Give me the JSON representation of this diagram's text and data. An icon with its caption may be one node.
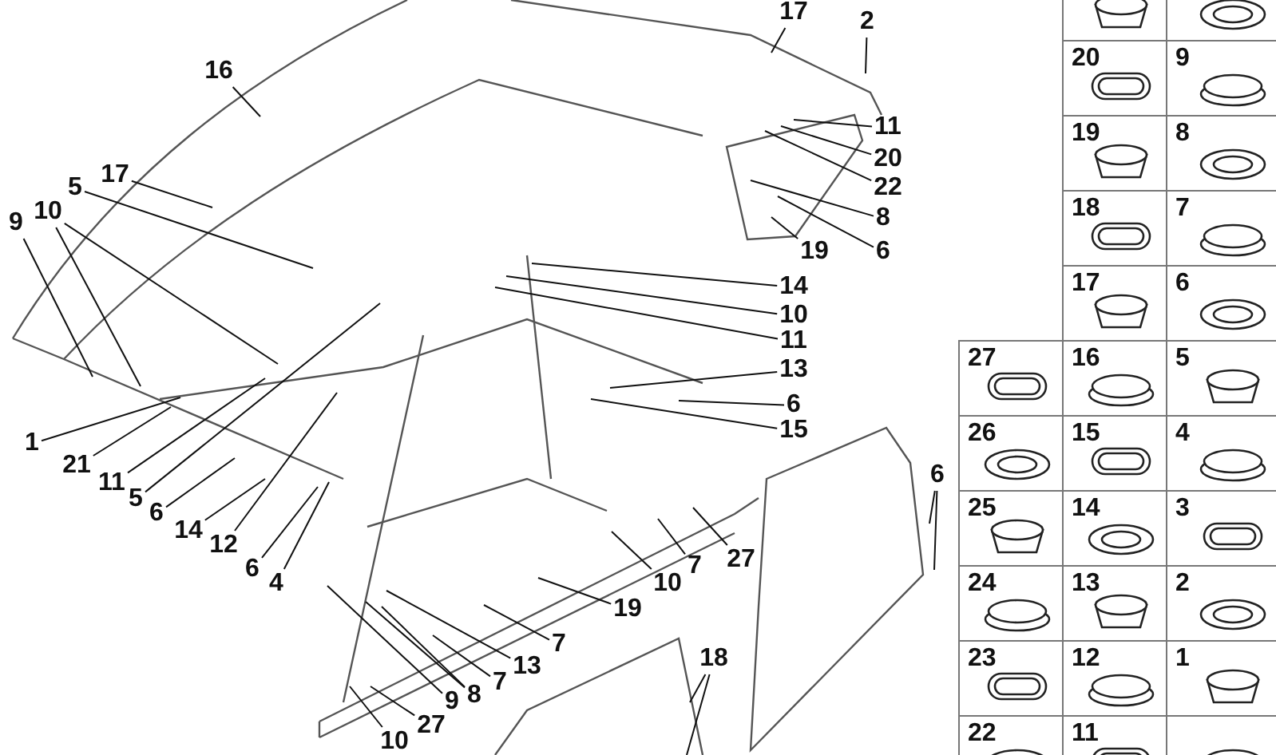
{
  "diagram": {
    "nodes": [
      {
        "text": [
          "17"
        ]
      },
      {
        "text": [
          "2"
        ]
      },
      {
        "text": [
          "16"
        ]
      },
      {
        "text": [
          "11"
        ]
      },
      {
        "text": [
          "20"
        ]
      },
      {
        "text": [
          "17"
        ]
      },
      {
        "text": [
          "22"
        ]
      },
      {
        "text": [
          "5"
        ]
      },
      {
        "text": [
          "10"
        ]
      },
      {
        "text": [
          "9"
        ]
      },
      {
        "text": [
          "8"
        ]
      },
      {
        "text": [
          "6"
        ]
      },
      {
        "text": [
          "19"
        ]
      },
      {
        "text": [
          "14"
        ]
      },
      {
        "text": [
          "10"
        ]
      },
      {
        "text": [
          "11"
        ]
      },
      {
        "text": [
          "13"
        ]
      },
      {
        "text": [
          "6"
        ]
      },
      {
        "text": [
          "15"
        ]
      },
      {
        "text": [
          "1"
        ]
      },
      {
        "text": [
          "21"
        ]
      },
      {
        "text": [
          "6"
        ]
      },
      {
        "text": [
          "11"
        ]
      },
      {
        "text": [
          "5"
        ]
      },
      {
        "text": [
          "6"
        ]
      },
      {
        "text": [
          "14"
        ]
      },
      {
        "text": [
          "27"
        ]
      },
      {
        "text": [
          "12"
        ]
      },
      {
        "text": [
          "7"
        ]
      },
      {
        "text": [
          "6"
        ]
      },
      {
        "text": [
          "4"
        ]
      },
      {
        "text": [
          "10"
        ]
      },
      {
        "text": [
          "19"
        ]
      },
      {
        "text": [
          "7"
        ]
      },
      {
        "text": [
          "18"
        ]
      },
      {
        "text": [
          "13"
        ]
      },
      {
        "text": [
          "7"
        ]
      },
      {
        "text": [
          "8"
        ]
      },
      {
        "text": [
          "9"
        ]
      },
      {
        "text": [
          "27"
        ]
      },
      {
        "text": [
          "10"
        ]
      },
      {
        "text": [],
        "shape": "picture"
      },
      {
        "text": [],
        "shape": "picture"
      },
      {
        "text": [
          "20"
        ]
      },
      {
        "text": [
          "9"
        ]
      },
      {
        "text": [
          "19"
        ]
      },
      {
        "text": [
          "8"
        ]
      },
      {
        "text": [
          "18"
        ]
      },
      {
        "text": [
          "7"
        ]
      },
      {
        "text": [
          "17"
        ]
      },
      {
        "text": [
          "6"
        ]
      },
      {
        "text": [
          "27"
        ]
      },
      {
        "text": [
          "16"
        ]
      },
      {
        "text": [
          "5"
        ]
      },
      {
        "text": [
          "26"
        ]
      },
      {
        "text": [
          "15"
        ]
      },
      {
        "text": [
          "4"
        ]
      },
      {
        "text": [
          "25"
        ]
      },
      {
        "text": [
          "14"
        ]
      },
      {
        "text": [
          "3"
        ]
      },
      {
        "text": [
          "24"
        ]
      },
      {
        "text": [
          "13"
        ]
      },
      {
        "text": [
          "2"
        ]
      },
      {
        "text": [
          "23"
        ]
      },
      {
        "text": [
          "12"
        ]
      },
      {
        "text": [
          "1"
        ]
      },
      {
        "text": [
          "22"
        ]
      },
      {
        "text": [
          "11"
        ]
      },
      {
        "text": [],
        "shape": "picture"
      }
    ],
    "edges": [
      {
        "from": 0,
        "to": null,
        "arrow": "none"
      },
      {
        "from": 1,
        "to": null,
        "arrow": "none"
      },
      {
        "from": 2,
        "to": null,
        "arrow": "none"
      },
      {
        "from": 3,
        "to": null,
        "arrow": "none"
      },
      {
        "from": 4,
        "to": null,
        "arrow": "none"
      },
      {
        "from": 5,
        "to": null,
        "arrow": "none"
      },
      {
        "from": 6,
        "to": null,
        "arrow": "none"
      },
      {
        "from": 7,
        "to": null,
        "arrow": "none"
      },
      {
        "from": 8,
        "to": null,
        "arrow": "none"
      },
      {
        "from": 8,
        "to": null,
        "arrow": "none"
      },
      {
        "from": 9,
        "to": null,
        "arrow": "none"
      },
      {
        "from": 10,
        "to": null,
        "arrow": "none"
      },
      {
        "from": 11,
        "to": null,
        "arrow": "none"
      },
      {
        "from": 12,
        "to": null,
        "arrow": "none"
      },
      {
        "from": 13,
        "to": null,
        "arrow": "none"
      },
      {
        "from": 14,
        "to": null,
        "arrow": "none"
      },
      {
        "from": 15,
        "to": null,
        "arrow": "none"
      },
      {
        "from": 16,
        "to": null,
        "arrow": "none"
      },
      {
        "from": 17,
        "to": null,
        "arrow": "none"
      },
      {
        "from": 18,
        "to": null,
        "arrow": "none"
      },
      {
        "from": 19,
        "to": null,
        "arrow": "none"
      },
      {
        "from": 20,
        "to": null,
        "arrow": "none"
      },
      {
        "from": 21,
        "to": null,
        "arrow": "none"
      },
      {
        "from": 21,
        "to": null,
        "arrow": "none"
      },
      {
        "from": 22,
        "to": null,
        "arrow": "none"
      },
      {
        "from": 23,
        "to": null,
        "arrow": "none"
      },
      {
        "from": 24,
        "to": null,
        "arrow": "none"
      },
      {
        "from": 25,
        "to": null,
        "arrow": "none"
      },
      {
        "from": 26,
        "to": null,
        "arrow": "none"
      },
      {
        "from": 27,
        "to": null,
        "arrow": "none"
      },
      {
        "from": 28,
        "to": null,
        "arrow": "none"
      },
      {
        "from": 29,
        "to": null,
        "arrow": "none"
      },
      {
        "from": 30,
        "to": null,
        "arrow": "none"
      },
      {
        "from": 31,
        "to": null,
        "arrow": "none"
      },
      {
        "from": 32,
        "to": null,
        "arrow": "none"
      },
      {
        "from": 33,
        "to": null,
        "arrow": "none"
      },
      {
        "from": 34,
        "to": null,
        "arrow": "none"
      },
      {
        "from": 34,
        "to": null,
        "arrow": "none"
      },
      {
        "from": 35,
        "to": null,
        "arrow": "none"
      },
      {
        "from": 36,
        "to": null,
        "arrow": "none"
      },
      {
        "from": 37,
        "to": null,
        "arrow": "none"
      },
      {
        "from": 37,
        "to": null,
        "arrow": "none"
      },
      {
        "from": 38,
        "to": null,
        "arrow": "none"
      },
      {
        "from": 39,
        "to": null,
        "arrow": "none"
      },
      {
        "from": 40,
        "to": null,
        "arrow": "none"
      }
    ]
  }
}
